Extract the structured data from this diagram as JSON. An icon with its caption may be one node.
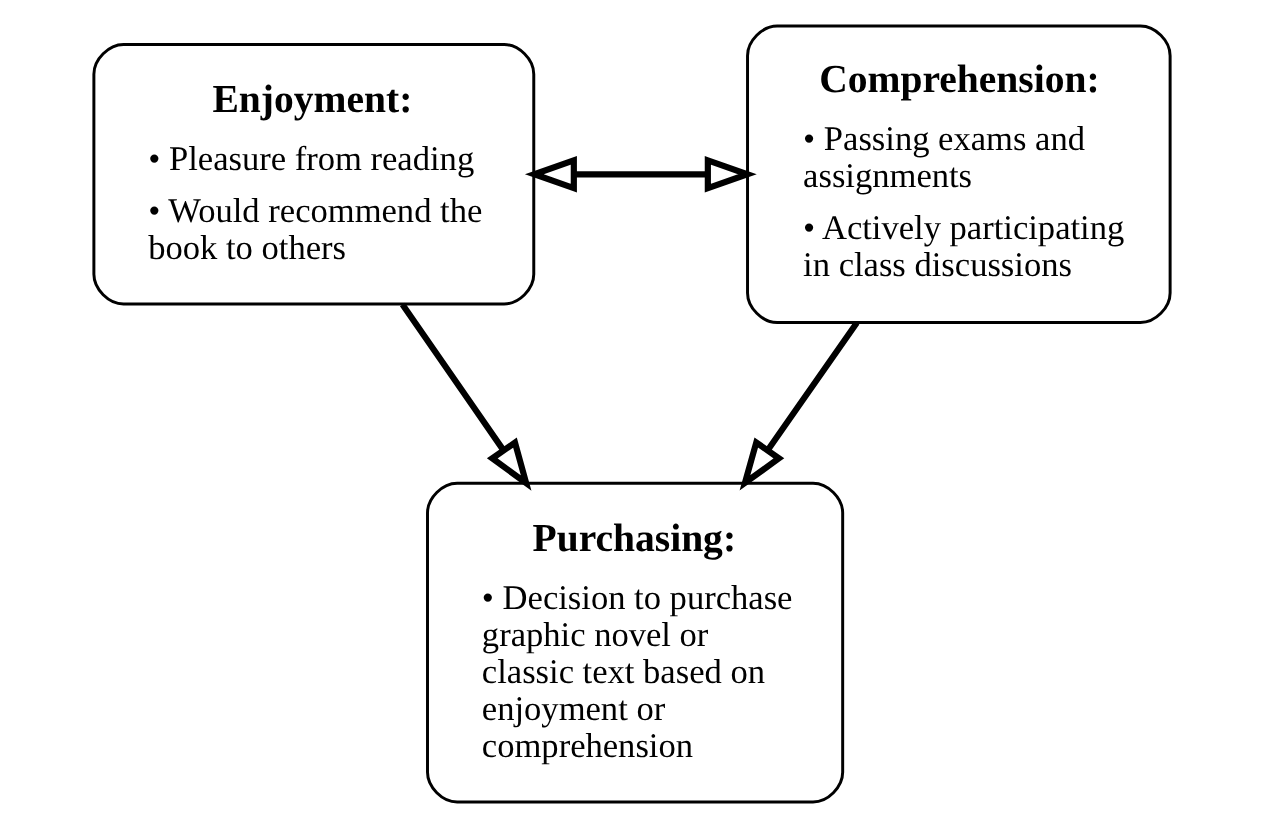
{
  "diagram": {
    "nodes": [
      {
        "text": [
          "Enjoyment:",
          "• Pleasure from reading",
          "• Would recommend the book to others"
        ]
      },
      {
        "text": [
          "Comprehension:",
          "• Passing exams and assignments",
          "• Actively participating in class discussions"
        ]
      },
      {
        "text": [
          "Purchasing:",
          "• Decision to purchase graphic novel or classic text based on enjoyment or comprehension"
        ]
      }
    ],
    "edges": [
      {
        "from": 0,
        "to": 1,
        "arrow": "both"
      },
      {
        "from": 0,
        "to": 2,
        "arrow": "to"
      },
      {
        "from": 1,
        "to": 2,
        "arrow": "to"
      }
    ]
  }
}
